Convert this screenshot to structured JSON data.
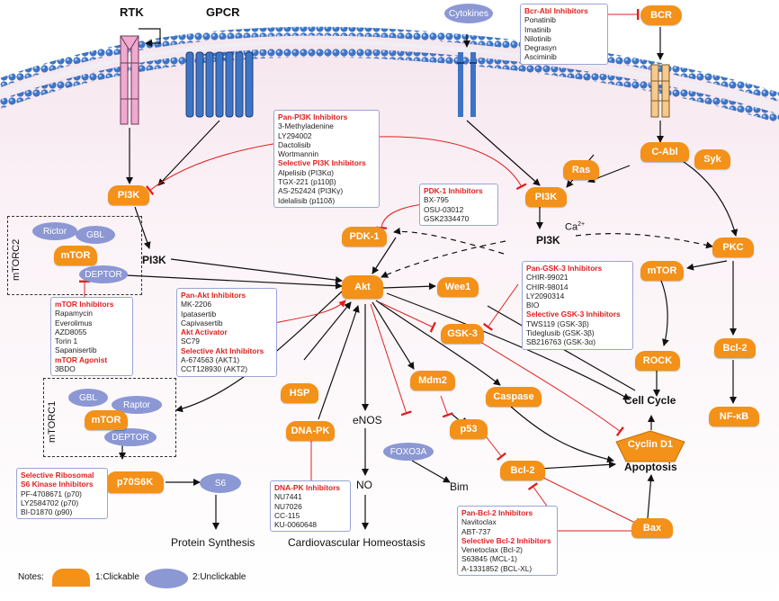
{
  "diagram": {
    "receptors": {
      "rtk": "RTK",
      "gpcr": "GPCR",
      "cytokines": "Cytokines",
      "bcr": "BCR"
    },
    "orange_nodes": {
      "pi3k_left": "PI3K",
      "pi3k_right": "PI3K",
      "mtor_c2": "mTOR",
      "mtor_c1": "mTOR",
      "mtor_right": "mTOR",
      "pdk1": "PDK-1",
      "akt": "Akt",
      "wee1": "Wee1",
      "gsk3": "GSK-3",
      "mdm2": "Mdm2",
      "caspase": "Caspase",
      "hsp": "HSP",
      "dnapk": "DNA-PK",
      "p53": "p53",
      "bcl2_mid": "Bcl-2",
      "bax": "Bax",
      "ras": "Ras",
      "cabl": "C-Abl",
      "syk": "Syk",
      "pkc": "PKC",
      "rock": "ROCK",
      "bcl2_right": "Bcl-2",
      "nfkb": "NF-κB",
      "p70s6k": "p70S6K",
      "cyclin_d1": "Cyclin D1"
    },
    "oval_nodes": {
      "rictor": "Rictor",
      "gbl_c2": "GBL",
      "deptor_c2": "DEPTOR",
      "gbl_c1": "GBL",
      "raptor": "Raptor",
      "deptor_c1": "DEPTOR",
      "foxo3a": "FOXO3A",
      "s6": "S6"
    },
    "labels": {
      "mtorc2": "mTORC2",
      "mtorc1": "mTORC1",
      "pi3k_mid_left": "PI3K",
      "pi3k_mid_right": "PI3K",
      "ca": "Ca",
      "ca_sup": "2+",
      "cell_cycle": "Cell Cycle",
      "apoptosis": "Apoptosis",
      "enos": "eNOS",
      "no": "NO",
      "bim": "Bim",
      "protein_synthesis": "Protein Synthesis",
      "cardiovascular": "Cardiovascular Homeostasis"
    },
    "inhibitor_boxes": {
      "bcr_abl": {
        "title": "Bcr-Abl Inhibitors",
        "items": [
          "Ponatinib",
          "Imatinib",
          "Nilotinib",
          "Degrasyn",
          "Asciminib"
        ]
      },
      "pan_pi3k": {
        "title": "Pan-PI3K Inhibitors",
        "items": [
          "3-Methyladenine",
          "LY294002",
          "Dactolisib",
          "Wortmannin"
        ],
        "title2": "Selective PI3K Inhibitors",
        "items2": [
          "Alpelisib (PI3Kα)",
          "TGX-221 (p110β)",
          "AS-252424 (PI3Kγ)",
          "Idelalisib (p110δ)"
        ]
      },
      "pdk1": {
        "title": "PDK-1 Inhibitors",
        "items": [
          "BX-795",
          "OSU-03012",
          "GSK2334470"
        ]
      },
      "gsk3": {
        "title": "Pan-GSK-3 Inhibitors",
        "items": [
          "CHIR-99021",
          "CHIR-98014",
          "LY2090314",
          "BIO"
        ],
        "title2": "Selective GSK-3 Inhibitors",
        "items2": [
          "TWS119 (GSK-3β)",
          "Tideglusib (GSK-3β)",
          "SB216763 (GSK-3α)"
        ]
      },
      "akt": {
        "title": "Pan-Akt Inhibitors",
        "items": [
          "MK-2206",
          "Ipatasertib",
          "Capivasertib"
        ],
        "title2": "Akt Activator",
        "items2": [
          "SC79"
        ],
        "title3": "Selective Akt Inhibitors",
        "items3": [
          "A-674563 (AKT1)",
          "CCT128930 (AKT2)"
        ]
      },
      "mtor": {
        "title": "mTOR Inhibitors",
        "items": [
          "Rapamycin",
          "Everolimus",
          "AZD8055",
          "Torin 1",
          "Sapanisertib"
        ],
        "title2": "mTOR Agonist",
        "items2": [
          "3BDO"
        ]
      },
      "s6k": {
        "title": "Selective Ribosomal S6 Kinase Inhibitors",
        "items": [
          "PF-4708671 (p70)",
          "LY2584702 (p70)",
          "BI-D1870 (p90)"
        ]
      },
      "dnapk": {
        "title": "DNA-PK Inhibitors",
        "items": [
          "NU7441",
          "NU7026",
          "CC-115",
          "KU-0060648"
        ]
      },
      "bcl2": {
        "title": "Pan-Bcl-2 Inhibitors",
        "items": [
          "Navitoclax",
          "ABT-737"
        ],
        "title2": "Selective Bcl-2 Inhibitors",
        "items2": [
          "Venetoclax (Bcl-2)",
          "S63845 (MCL-1)",
          "A-1331852 (BCL-XL)"
        ]
      }
    },
    "legend": {
      "notes": "Notes:",
      "clickable": "1:Clickable",
      "unclickable": "2:Unclickable"
    },
    "colors": {
      "clickable": "#f39119",
      "unclickable": "#8c98d4",
      "inhibitor": "#e02020",
      "membrane": "#4a80cc"
    }
  }
}
